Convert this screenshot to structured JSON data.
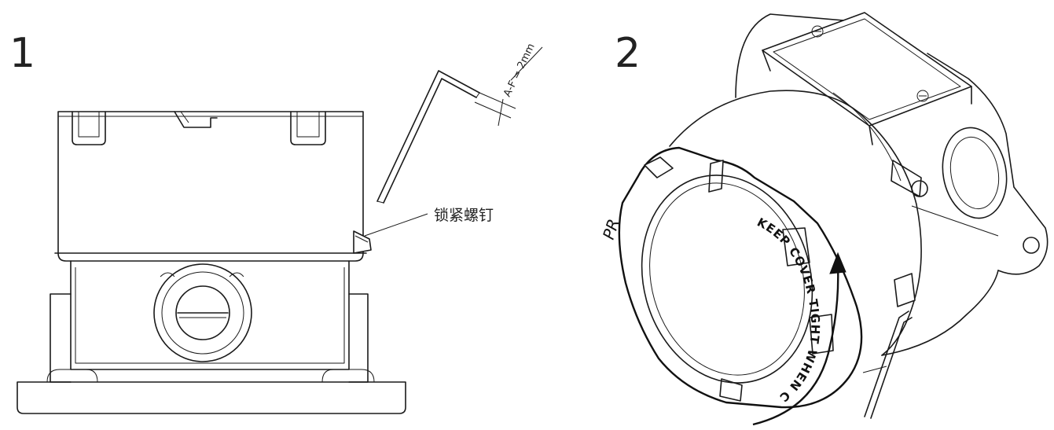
{
  "steps": [
    {
      "number": "1"
    },
    {
      "number": "2"
    }
  ],
  "step1": {
    "callout_label": "锁紧螺钉",
    "dimension_label": "A-F = 2mm"
  },
  "step2": {
    "cover_warning": "KEEP COVER TIGHT WHEN CIRCUITS ALIVE",
    "brand_mark": "PR"
  }
}
